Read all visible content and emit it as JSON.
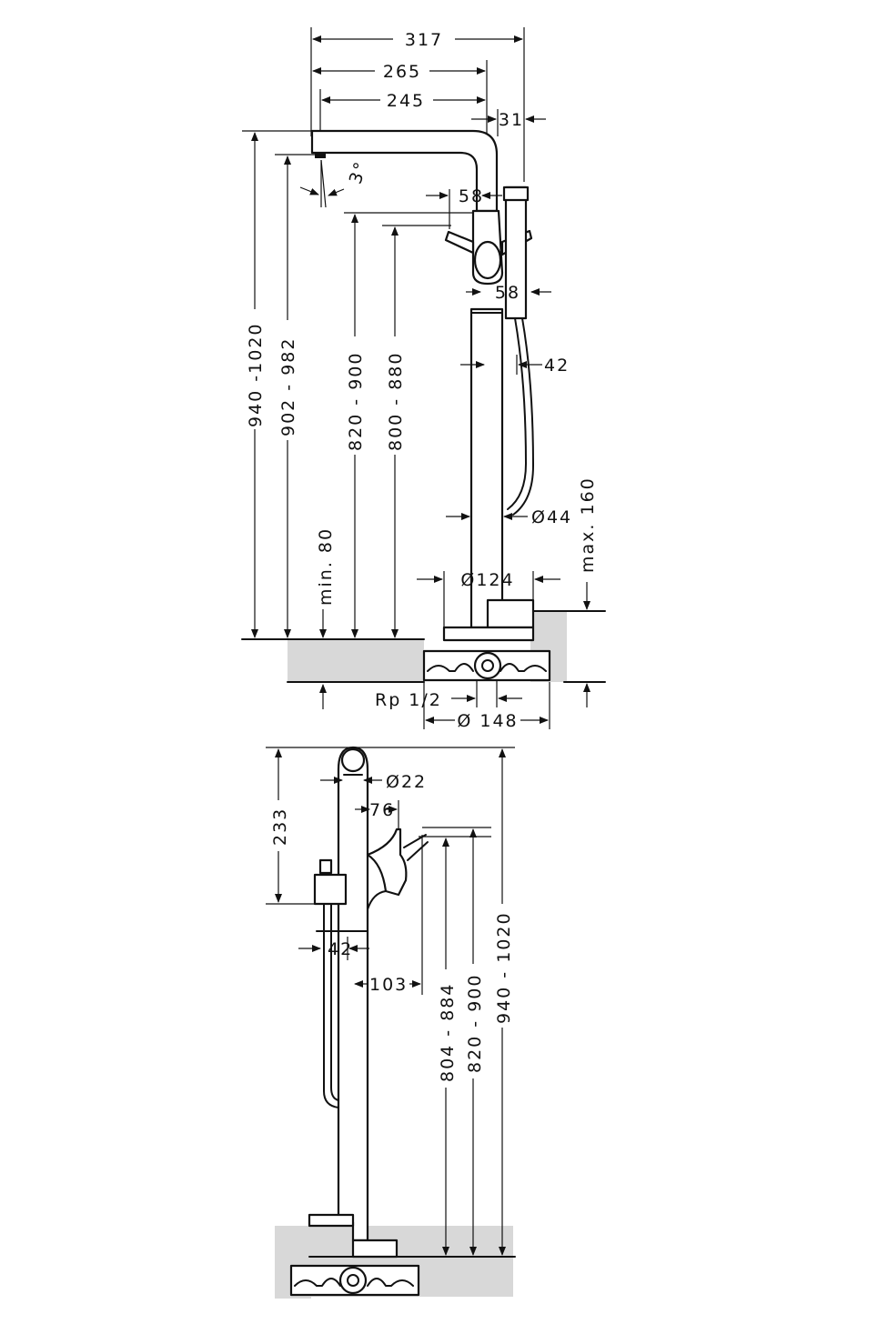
{
  "front_view": {
    "dim_width_total": "317",
    "dim_width_265": "265",
    "dim_width_245": "245",
    "dim_body_31": "31",
    "dim_spout_angle": "3°",
    "dim_handle_58_top": "58",
    "dim_handle_58_bottom": "58",
    "dim_hose_42": "42",
    "dim_column_diameter": "Ø44",
    "dim_max_160": "max. 160",
    "dim_base_diameter": "Ø124",
    "dim_height_940_1020": "940 -1020",
    "dim_height_902_982": "902 - 982",
    "dim_height_820_900": "820 - 900",
    "dim_height_800_880": "800 - 880",
    "dim_min_80": "min. 80",
    "dim_thread": "Rp 1/2",
    "dim_box_diameter": "Ø 148"
  },
  "side_view": {
    "dim_233": "233",
    "dim_spout_diameter": "Ø22",
    "dim_76": "76",
    "dim_42": "42",
    "dim_103": "103",
    "dim_height_804_884": "804 - 884",
    "dim_height_820_900": "820 - 900",
    "dim_height_940_1020": "940 - 1020"
  }
}
